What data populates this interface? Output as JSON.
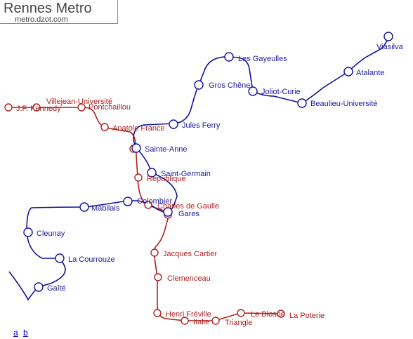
{
  "title": "Rennes Metro",
  "subtitle": "metro.dzot.com",
  "legend_links": [
    "a",
    "b"
  ],
  "colors": {
    "line_a": "#b02020",
    "line_b": "#1010a0",
    "frame": "#8a8a8a"
  },
  "line_a_stations": {
    "jf_kennedy": "J.F. Kennedy",
    "villejean": "Villejean-Université",
    "pontchaillou": "Pontchaillou",
    "anatole_france": "Anatole France",
    "sainte_anne": "Sainte-Anne",
    "republique": "République",
    "charles_de_gaulle": "Charles de Gaulle",
    "gares": "Gares",
    "jacques_cartier": "Jacques Cartier",
    "clemenceau": "Clemenceau",
    "henri_freville": "Henri Fréville",
    "italie": "Italie",
    "triangle": "Triangle",
    "le_blosne": "Le Blosne",
    "la_poterie": "La Poterie"
  },
  "line_b_stations": {
    "viasilva": "Viasilva",
    "atalante": "Atalante",
    "beaulieu": "Beaulieu-Université",
    "joliot_curie": "Joliot-Curie",
    "les_gayeulles": "Les Gayeulles",
    "gros_chene": "Gros Chêne",
    "jules_ferry": "Jules Ferry",
    "sainte_anne": "Sainte-Anne",
    "saint_germain": "Saint-Germain",
    "colombier": "Colombier",
    "gares": "Gares",
    "mabilais": "Mabilais",
    "cleunay": "Cleunay",
    "la_courrouze": "La Courrouze",
    "gaite": "Gaîté"
  }
}
